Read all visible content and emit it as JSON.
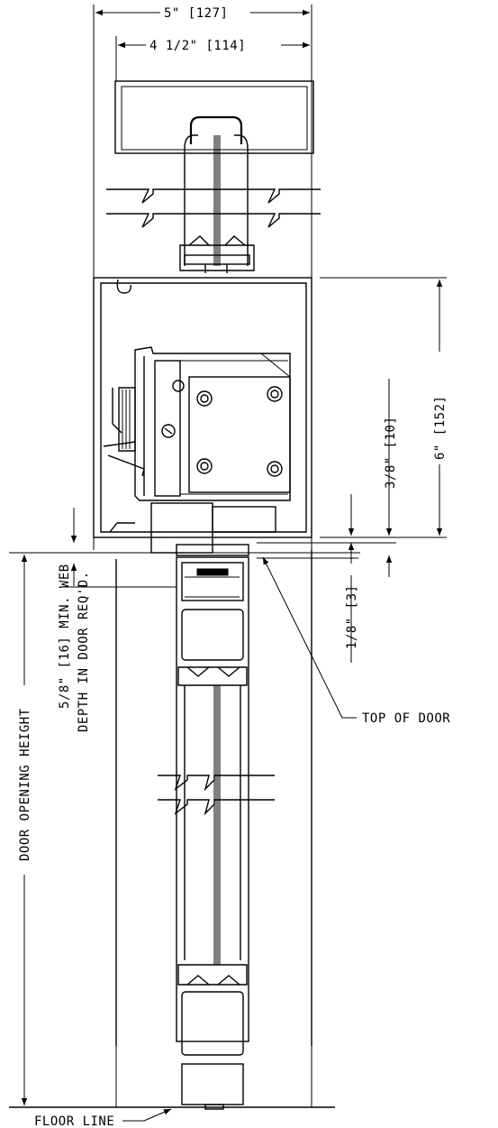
{
  "diagram": {
    "dimensions": {
      "overall_width": "5\" [127]",
      "header_width": "4 1/2\" [114]",
      "header_height": "6\" [152]",
      "clearance_top": "3/8\" [10]",
      "clearance_gap": "1/8\" [3]",
      "min_web_line1": "5/8\" [16] MIN. WEB",
      "min_web_line2": "DEPTH IN DOOR REQ'D."
    },
    "labels": {
      "top_of_door": "TOP OF DOOR",
      "door_opening_height": "DOOR OPENING HEIGHT",
      "floor_line": "FLOOR LINE"
    }
  }
}
